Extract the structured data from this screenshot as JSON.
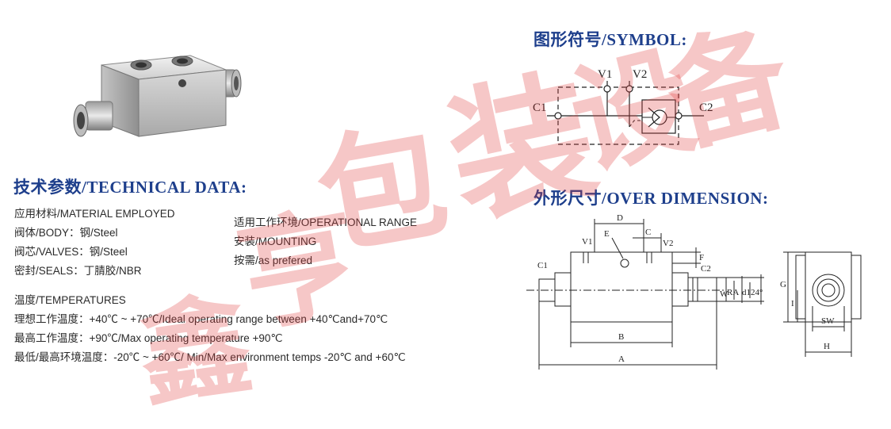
{
  "symbol_section": {
    "title": "图形符号/SYMBOL:",
    "labels": {
      "v1": "V1",
      "v2": "V2",
      "c1": "C1",
      "c2": "C2"
    }
  },
  "tech_section": {
    "title": "技术参数/TECHNICAL DATA:",
    "material_lines": [
      "应用材料/MATERIAL EMPLOYED",
      "阀体/BODY：钢/Steel",
      "阀芯/VALVES：钢/Steel",
      "密封/SEALS：丁腈胶/NBR"
    ],
    "environment_lines": [
      "适用工作环境/OPERATIONAL RANGE",
      "安装/MOUNTING",
      "按需/as prefered"
    ],
    "temperature_lines": [
      "温度/TEMPERATURES",
      "理想工作温度：+40℃ ~ +70℃/Ideal operating range between +40℃and+70℃",
      "最高工作温度：+90℃/Max operating temperature +90℃",
      "最低/最高环境温度：-20℃ ~ +60℃/ Min/Max environment temps -20℃ and +60℃"
    ]
  },
  "dimension_section": {
    "title": "外形尺寸/OVER DIMENSION:",
    "labels": {
      "d": "D",
      "e": "E",
      "c": "C",
      "v1": "V1",
      "v2": "V2",
      "f": "F",
      "c1": "C1",
      "c2": "C2",
      "b": "B",
      "a": "A",
      "w": "W",
      "ra": "RA",
      "d1": "d1",
      "angle": "24°",
      "g": "G",
      "i": "I",
      "sw": "SW",
      "h": "H"
    }
  },
  "watermark": {
    "chars": [
      "鑫",
      "亨",
      "包",
      "装",
      "设",
      "备"
    ],
    "color": "#e23a3a"
  }
}
